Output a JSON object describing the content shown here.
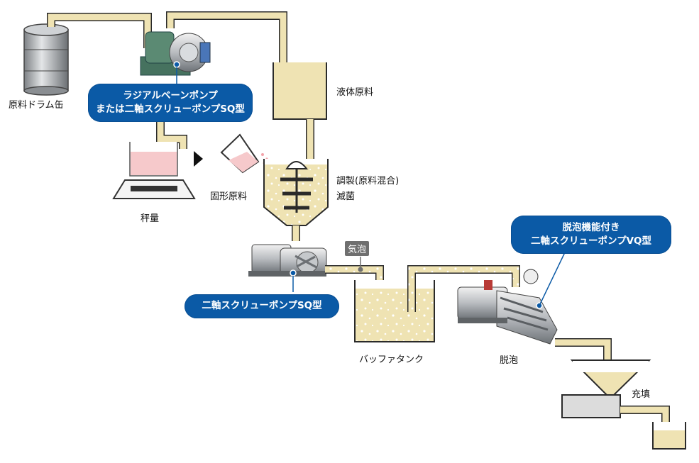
{
  "labels": {
    "drum": "原料ドラム缶",
    "liquid": "液体原料",
    "weigh": "秤量",
    "solid": "固形原料",
    "prep_1": "調製(原料混合)",
    "prep_2": "滅菌",
    "bubble": "気泡",
    "buffer": "バッファタンク",
    "defoam": "脱泡",
    "fill": "充填"
  },
  "callouts": {
    "pump_top_1": "ラジアルベーンポンプ",
    "pump_top_2": "または二軸スクリューポンプSQ型",
    "pump_mid": "二軸スクリューポンプSQ型",
    "pump_vq_1": "脱泡機能付き",
    "pump_vq_2": "二軸スクリューポンプVQ型"
  },
  "colors": {
    "fluid": "#efe3b3",
    "pipe_edge": "#2a2a2a",
    "callout": "#0b5aa6",
    "tag": "#6f6f6f"
  }
}
